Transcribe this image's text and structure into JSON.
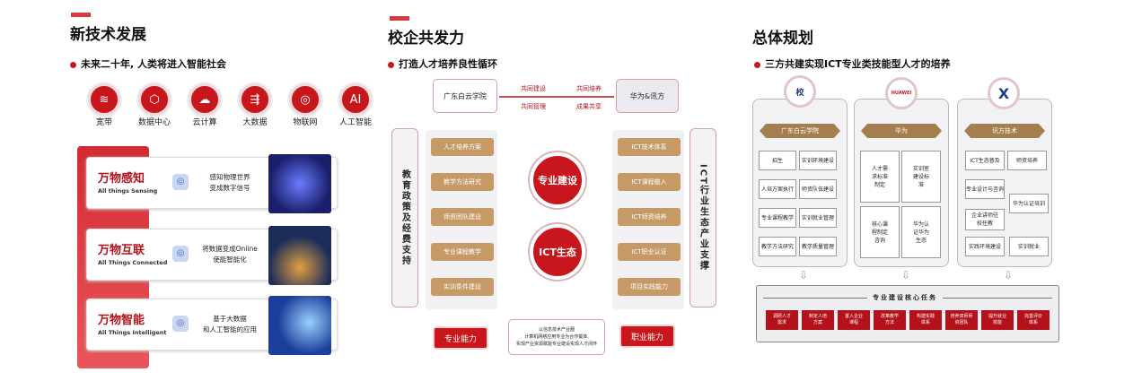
{
  "panel1": {
    "title": "新技术发展",
    "subtitle": "未来二十年, 人类将进入智能社会",
    "techs": [
      {
        "label": "宽带",
        "icon": "wifi-icon"
      },
      {
        "label": "数据中心",
        "icon": "datacenter-icon"
      },
      {
        "label": "云计算",
        "icon": "cloud-icon"
      },
      {
        "label": "大数据",
        "icon": "bigdata-icon"
      },
      {
        "label": "物联网",
        "icon": "iot-icon"
      },
      {
        "label": "人工智能",
        "icon": "ai-icon"
      }
    ],
    "rows": [
      {
        "title": "万物感知",
        "en": "All things Sensing",
        "desc1": "感知物理世界",
        "desc2": "变成数字信号"
      },
      {
        "title": "万物互联",
        "en": "All Things Connected",
        "desc1": "将数据变成Online",
        "desc2": "使能智能化"
      },
      {
        "title": "万物智能",
        "en": "All Things Intelligent",
        "desc1": "基于大数据",
        "desc2": "和人工智能的应用"
      }
    ]
  },
  "panel2": {
    "title": "校企共发力",
    "subtitle": "打造人才培养良性循环",
    "school": "广东白云学院",
    "partner": "华为&讯方",
    "links": [
      "共同建设",
      "共同培养",
      "共同管理",
      "成果共享"
    ],
    "left_items": [
      "人才培养方案",
      "教学方法研究",
      "师资团队建设",
      "专业课程教学",
      "实训条件建设"
    ],
    "right_items": [
      "ICT技术体系",
      "ICT课程植入",
      "ICT师资培养",
      "ICT职业认证",
      "项目实践能力"
    ],
    "left_vertical": "教育政策及经费支持",
    "right_vertical": "ICT行业生态产业支撑",
    "center_top": "专业建设",
    "center_bottom": "ICT生态",
    "bottom_left": "专业能力",
    "bottom_right": "职业能力",
    "bottom_center": [
      "以信息技术产业圈",
      "计算机网络应用专业为合作载体,",
      "实现产业资源赋能专业建设实现人才闭环"
    ]
  },
  "panel3": {
    "title": "总体规划",
    "subtitle": "三方共建实现ICT专业类技能型人才的培养",
    "columns": [
      {
        "name": "广东白云学院",
        "logo": "校",
        "cells": [
          "招生",
          "实训环境建设",
          "人培方案执行",
          "师资队伍建设",
          "专业课程教学",
          "实训就业管理",
          "教学方法研究",
          "教学质量管理"
        ]
      },
      {
        "name": "华为",
        "logo": "HUAWEI",
        "cells": [
          "人才需求标准制定",
          "实训室建设标准",
          "核心课程制定咨询",
          "华为认证华为生态"
        ]
      },
      {
        "name": "讯方技术",
        "logo": "X",
        "cells": [
          "ICT生态普及",
          "师资培养",
          "专业设计与咨询",
          "华为认证培训",
          "企业讲师驻校任教",
          "实践环境建设",
          "实训就业"
        ]
      }
    ],
    "core_title": "专业建设核心任务",
    "tasks": [
      "调研人才需求",
      "制定人培方案",
      "置入企业课程",
      "改革教学方法",
      "构建实践体系",
      "培养双师师资团队",
      "提升就业技能",
      "完善评价体系"
    ]
  },
  "colors": {
    "accent": "#c8161d",
    "gold": "#c59a66"
  }
}
